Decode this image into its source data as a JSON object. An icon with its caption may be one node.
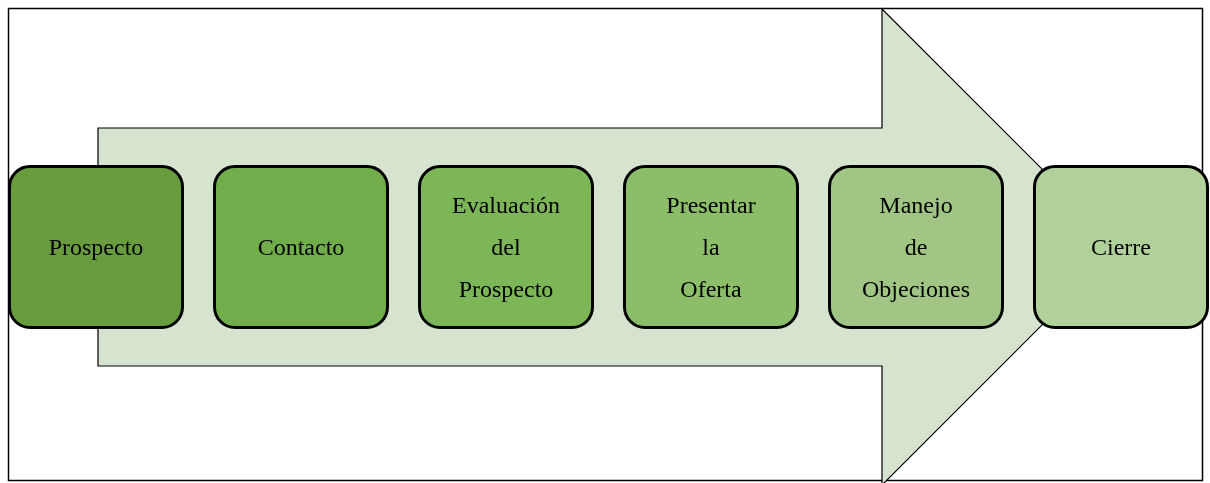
{
  "diagram": {
    "nodes": [
      {
        "text": [
          "Prospecto"
        ]
      },
      {
        "text": [
          "Contacto"
        ]
      },
      {
        "text": [
          "Evaluación del Prospecto"
        ]
      },
      {
        "text": [
          "Presentar la Oferta"
        ]
      },
      {
        "text": [
          "Manejo de Objeciones"
        ]
      },
      {
        "text": [
          "Cierre"
        ]
      }
    ],
    "edges": [
      {
        "from": 0,
        "to": 5,
        "arrow": "to",
        "style": "thick"
      }
    ]
  }
}
